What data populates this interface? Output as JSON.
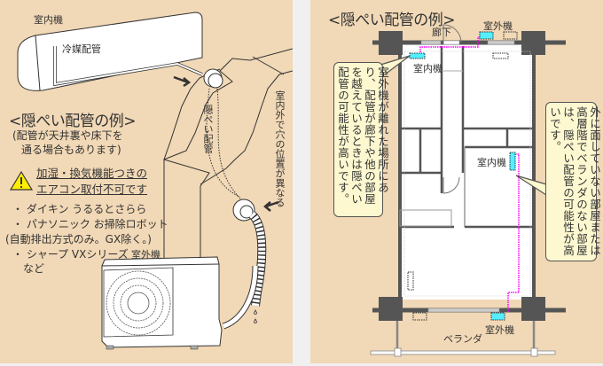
{
  "left_panel": {
    "indoor_unit_label": "室内機",
    "refrigerant_pipe_label": "冷媒配管",
    "concealed_pipe_label": "隠ぺい配管",
    "hole_position_label": "室内外で穴の位置が異なる",
    "heading": "<隠ぺい配管の例>",
    "note_line1": "(配管が天井裏や床下を",
    "note_line2": "通る場合もあります)",
    "warning_icon": "warning-triangle-icon",
    "warning_line1": "加湿・換気機能つきの",
    "warning_line2": "エアコン取付不可です",
    "items": [
      "・ ダイキン うるるとさらら",
      "・ パナソニック お掃除ロボット",
      "(自動排出方式のみ。GX除く。)",
      "・ シャープ VXシリーズ",
      "など"
    ],
    "outdoor_unit_label": "室外機"
  },
  "right_panel": {
    "heading": "<隠ぺい配管の例>",
    "corridor_label": "廊下",
    "outdoor_unit_top_label": "室外機",
    "indoor_unit_top_label": "室内機",
    "indoor_unit_mid_label": "室内機",
    "outdoor_unit_bottom_label": "室外機",
    "balcony_label": "ベランダ",
    "bubble_left": "室外機が離れた場所にあり、配管が廊下や他の部屋を越えているときは隠ぺい配管の可能性が高いです。",
    "bubble_right": "外に面していない部屋または高層階でベランダのない部屋は、隠ぺい配管の可能性が高いです。",
    "colors": {
      "unit_fill": "#55eeff",
      "pipe_route": "#ff00ff",
      "wall": "#555555",
      "bubble_bg": "#fdf8d0"
    }
  }
}
